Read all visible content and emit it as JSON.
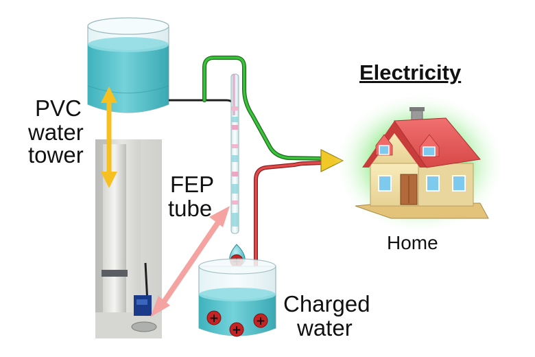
{
  "labels": {
    "title": "Electricity",
    "pvc_line1": "PVC",
    "pvc_line2": "water",
    "pvc_line3": "tower",
    "fep_line1": "FEP",
    "fep_line2": "tube",
    "home": "Home",
    "charged_line1": "Charged",
    "charged_line2": "water"
  },
  "symbols": {
    "charge": "+"
  },
  "colors": {
    "water": "#5cc4cd",
    "wire_positive": "#3ac23a",
    "wire_negative": "#e24b4b",
    "arrow_yellow": "#f5c020",
    "arrow_pink": "#f4a3a0",
    "glow": "#66e060",
    "roof": "#e85a5a",
    "wall": "#f3e2a8"
  }
}
